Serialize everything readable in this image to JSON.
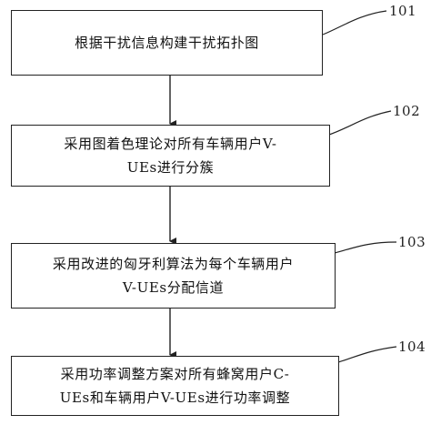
{
  "steps": [
    {
      "id": "101",
      "text": "根据干扰信息构建干扰拓扑图"
    },
    {
      "id": "102",
      "text": "采用图着色理论对所有车辆用户V-\nUEs进行分簇"
    },
    {
      "id": "103",
      "text": "采用改进的匈牙利算法为每个车辆用户\nV-UEs分配信道"
    },
    {
      "id": "104",
      "text": "采用功率调整方案对所有蜂窝用户C-\nUEs和车辆用户V-UEs进行功率调整"
    }
  ]
}
